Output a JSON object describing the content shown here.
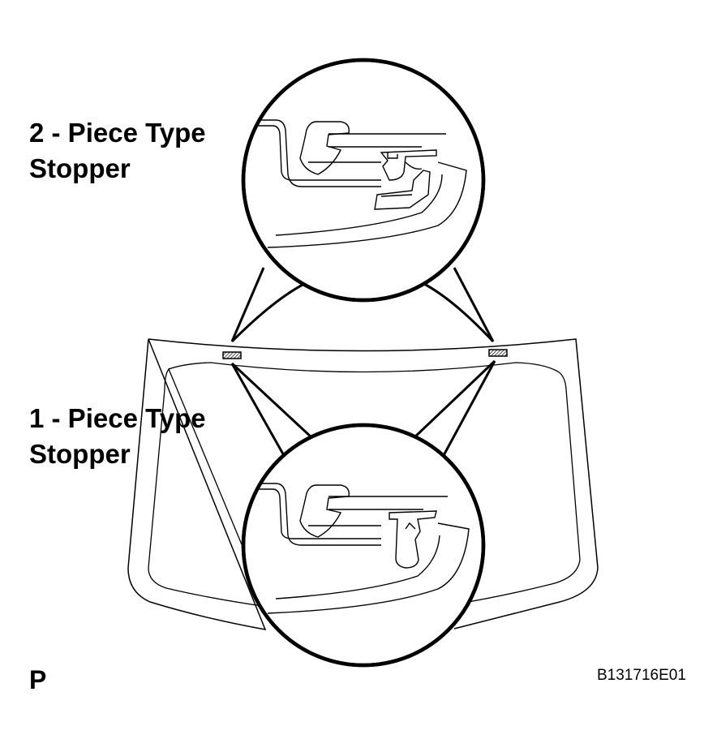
{
  "labels": {
    "two_piece_line1": "2 - Piece Type",
    "two_piece_line2": "Stopper",
    "one_piece_line1": "1 - Piece Type",
    "one_piece_line2": "Stopper"
  },
  "view_letter": "P",
  "figure_code": "B131716E01"
}
